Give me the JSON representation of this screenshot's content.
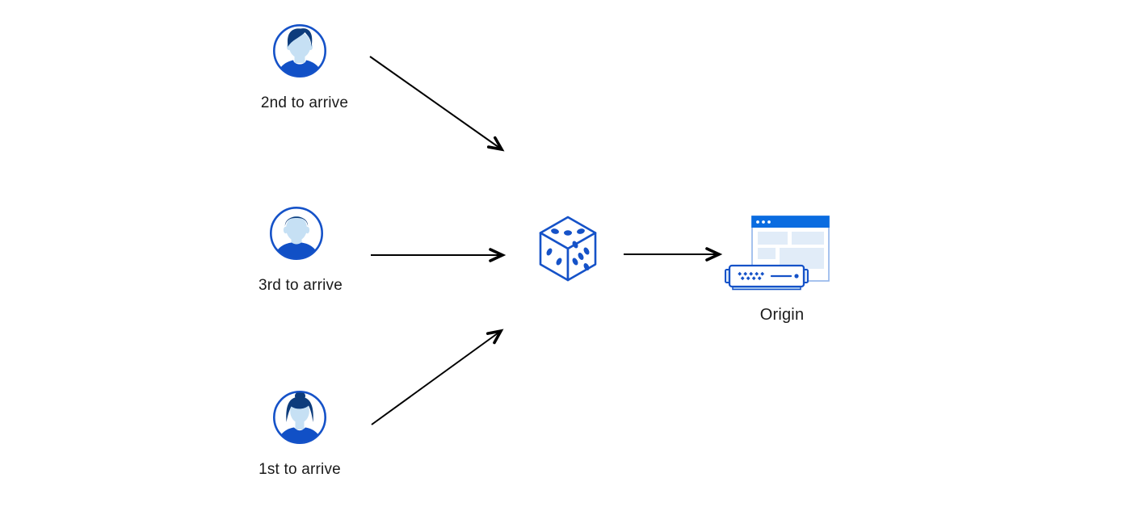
{
  "diagram": {
    "nodes": {
      "second_client": {
        "label": "2nd to arrive",
        "icon": "man-avatar-icon"
      },
      "third_client": {
        "label": "3rd to arrive",
        "icon": "man-avatar-icon"
      },
      "first_client": {
        "label": "1st to arrive",
        "icon": "woman-avatar-icon"
      },
      "randomizer": {
        "icon": "dice-icon"
      },
      "origin": {
        "label": "Origin",
        "icon": "origin-server-browser-icon"
      }
    },
    "edges": [
      {
        "from": "second_client",
        "to": "randomizer"
      },
      {
        "from": "third_client",
        "to": "randomizer"
      },
      {
        "from": "first_client",
        "to": "randomizer"
      },
      {
        "from": "randomizer",
        "to": "origin"
      }
    ],
    "colors": {
      "background": "#ffffff",
      "primary_blue": "#1552c8",
      "shirt_blue": "#1150c6",
      "hair_dark_blue": "#0d3c7c",
      "face_light_blue": "#c6e0f4",
      "titlebar_blue": "#0a6ce0",
      "window_border_blue": "#8fb3ea",
      "block_light_blue": "#e1ecf8",
      "server_tab_fill": "#dbe9fa",
      "server_base_fill": "#bcd9f4",
      "arrow_black": "#000000",
      "text": "#1a1a1a"
    }
  }
}
